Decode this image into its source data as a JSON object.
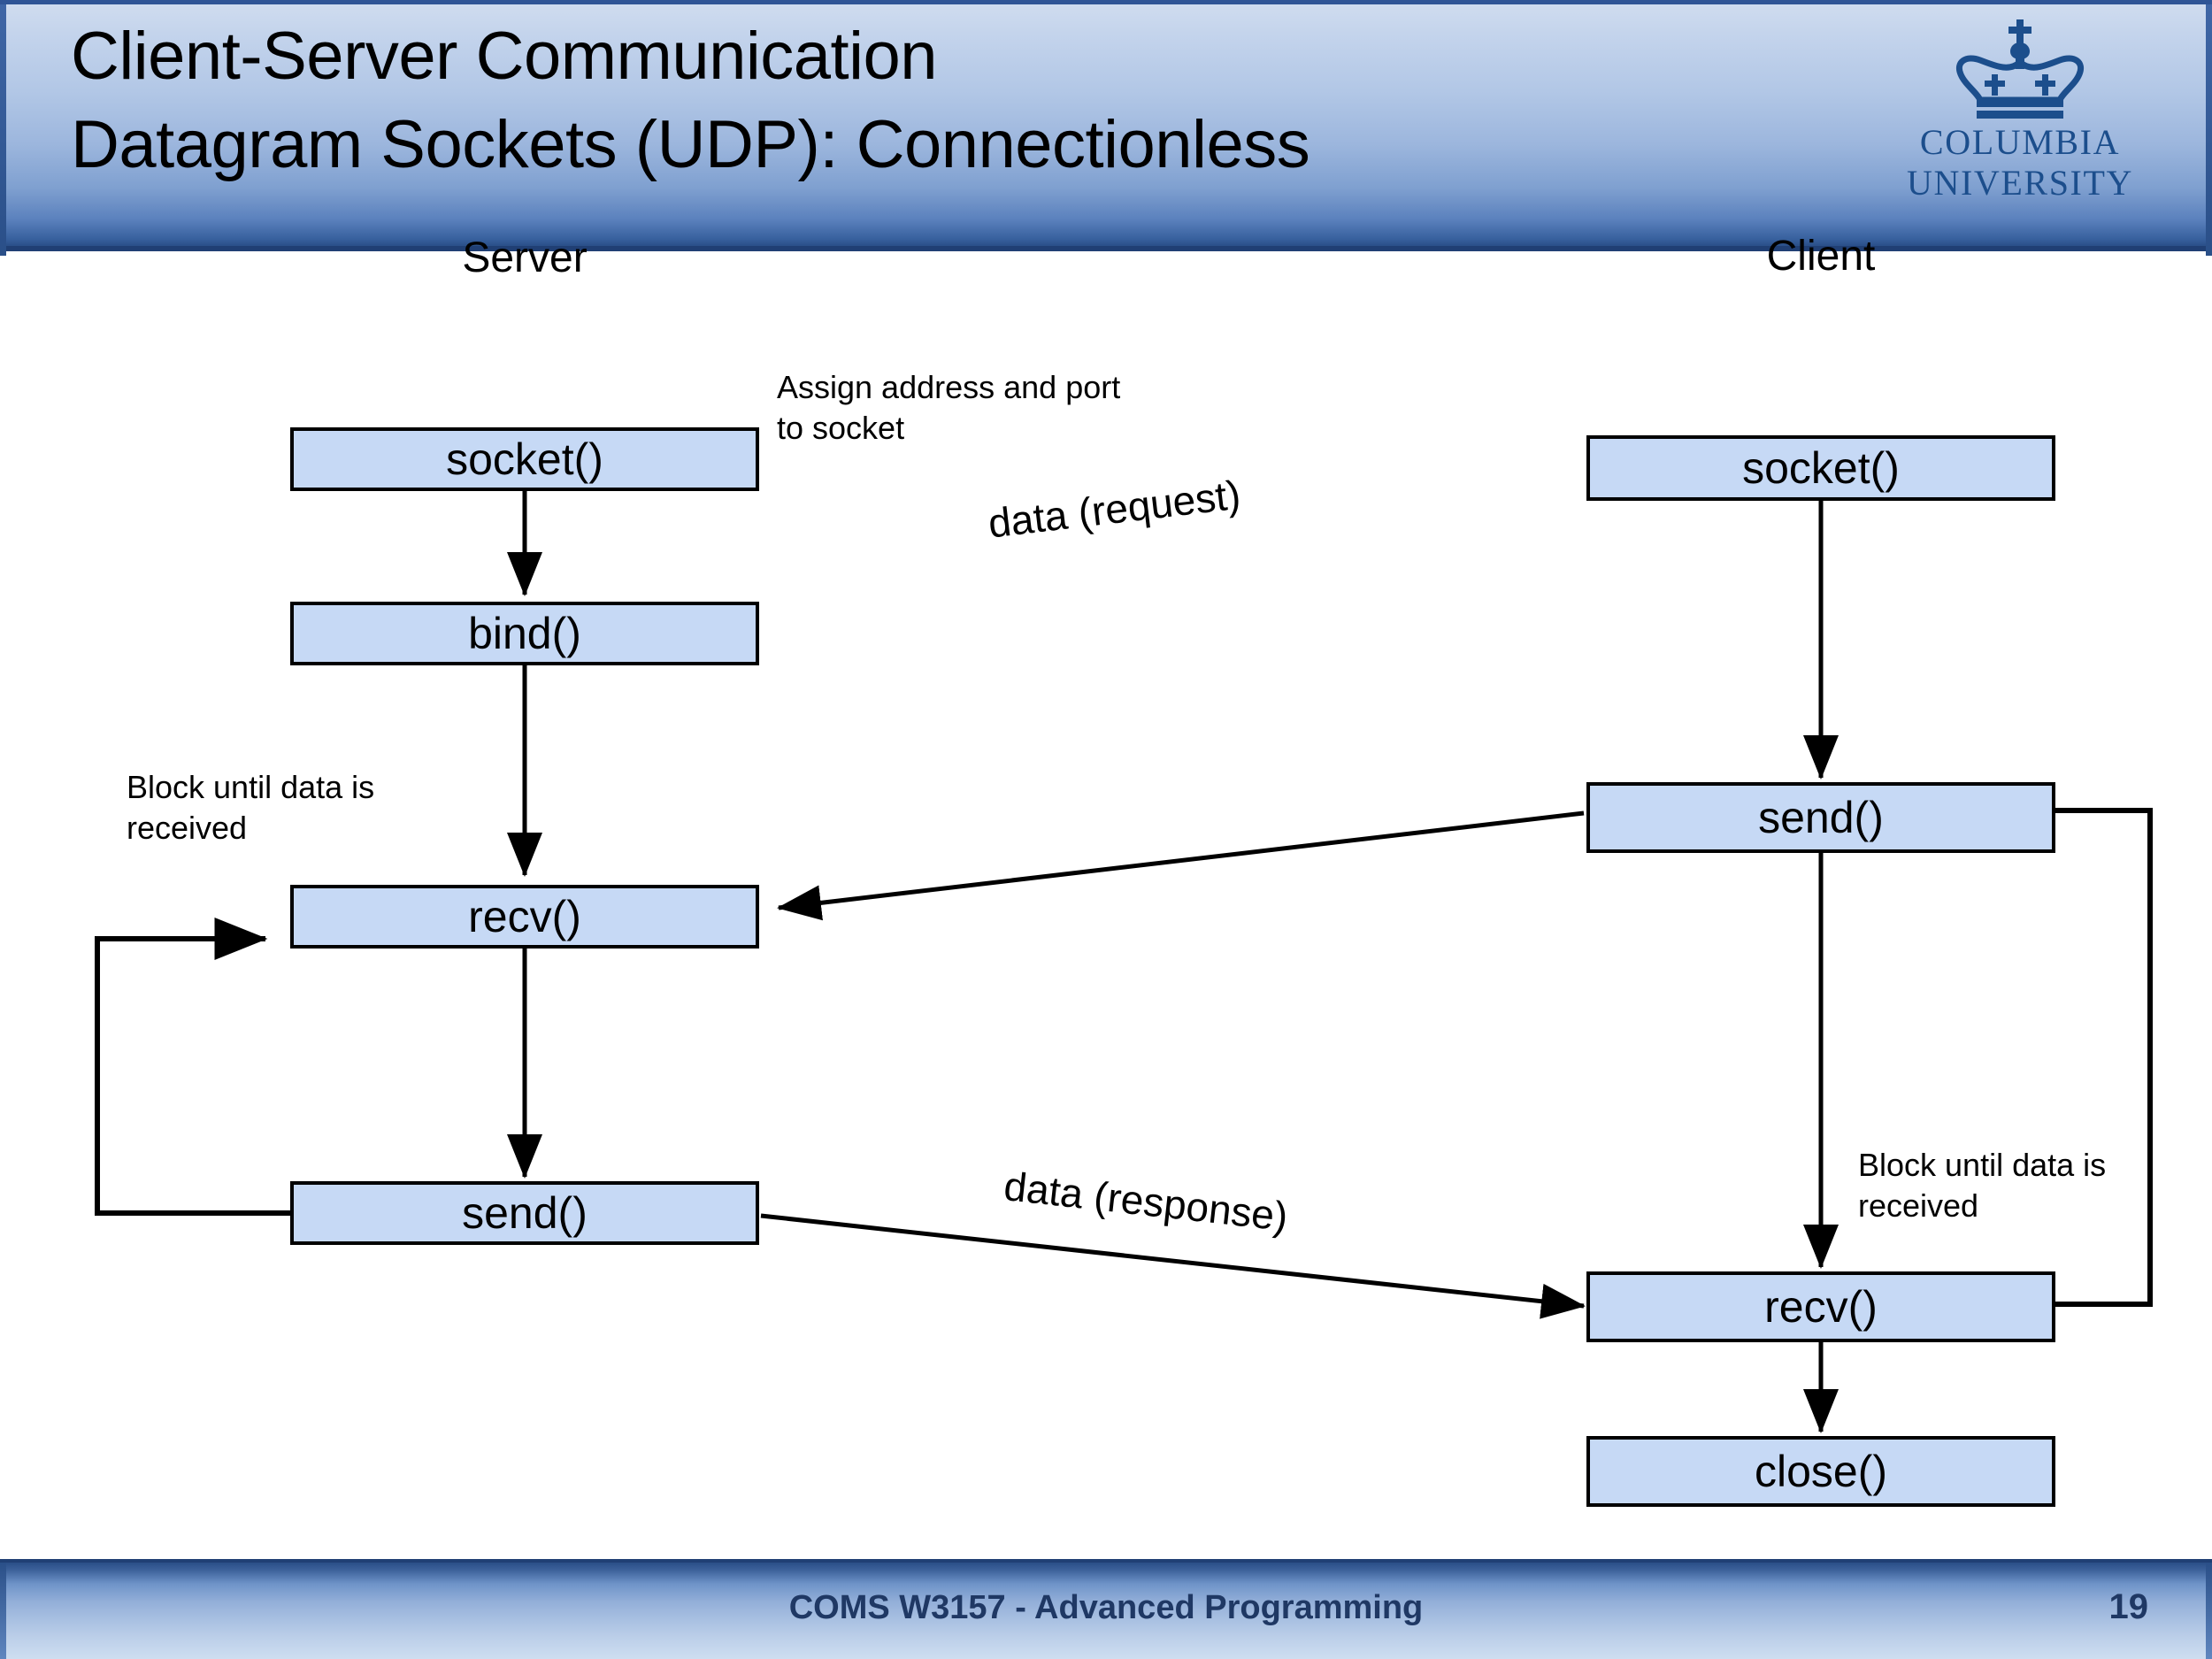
{
  "slide": {
    "title": "Client-Server Communication\nDatagram Sockets (UDP): Connectionless",
    "logo": {
      "wordmark": "COLUMBIA\nUNIVERSITY",
      "crown_icon": "columbia-crown-icon",
      "color": "#1c4e8c"
    },
    "footer": {
      "course": "COMS W3157 - Advanced Programming",
      "page_number": "19",
      "text_color": "#1f3864"
    },
    "theme": {
      "header_top": "#cfdcef",
      "header_bottom": "#2a4f88",
      "box_fill": "#c6d9f5",
      "box_border": "#000000"
    }
  },
  "diagram": {
    "columns": [
      {
        "id": "server",
        "heading": "Server"
      },
      {
        "id": "client",
        "heading": "Client"
      }
    ],
    "server_boxes": [
      {
        "label": "socket()"
      },
      {
        "label": "bind()"
      },
      {
        "label": "recv()"
      },
      {
        "label": "send()"
      }
    ],
    "client_boxes": [
      {
        "label": "socket()"
      },
      {
        "label": "send()"
      },
      {
        "label": "recv()"
      },
      {
        "label": "close()"
      }
    ],
    "notes": [
      {
        "id": "bind-note",
        "text": "Assign address and port\nto socket"
      },
      {
        "id": "server-block-note",
        "text": "Block until data is\nreceived"
      },
      {
        "id": "client-block-note",
        "text": "Block until data is\nreceived"
      }
    ],
    "wire_labels": [
      {
        "id": "request",
        "text": "data (request)"
      },
      {
        "id": "response",
        "text": "data (response)"
      }
    ]
  }
}
